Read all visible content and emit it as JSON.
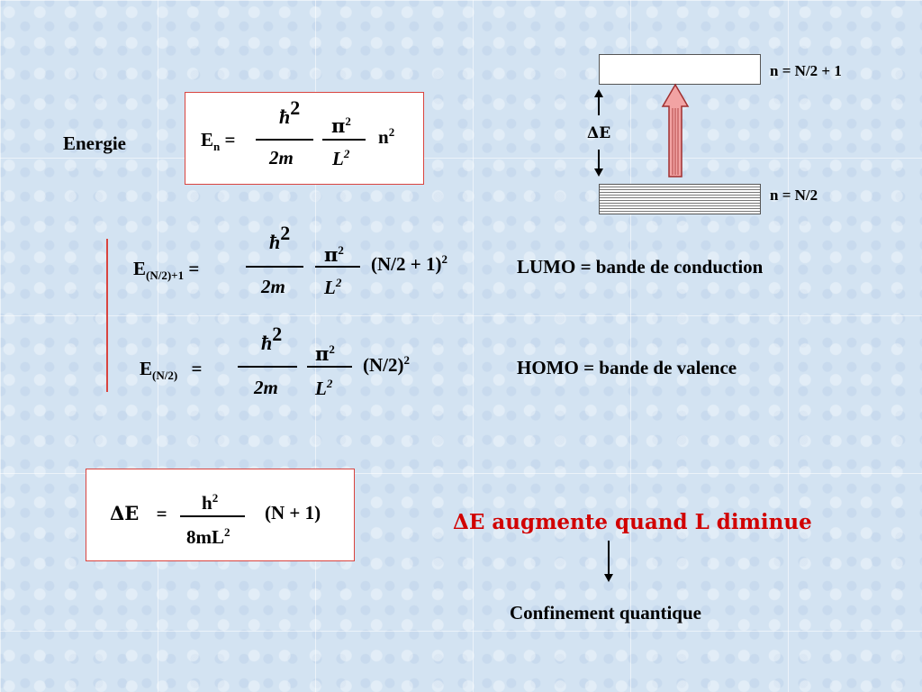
{
  "energy_label": "Energie",
  "main_formula": {
    "lhs": "E",
    "lhs_sub": "n",
    "equals": "=",
    "hbar": "ħ",
    "hbar_exp": "2",
    "den1": "2m",
    "pi": "π",
    "pi_exp": "2",
    "den2": "L",
    "den2_exp": "2",
    "factor": "n",
    "factor_exp": "2"
  },
  "lumo_formula": {
    "lhs": "E",
    "lhs_sub": "(N/2)+1",
    "equals": "=",
    "hbar": "ħ",
    "hbar_exp": "2",
    "den1": "2m",
    "pi": "π",
    "pi_exp": "2",
    "den2": "L",
    "den2_exp": "2",
    "factor": "(N/2 + 1)",
    "factor_exp": "2"
  },
  "homo_formula": {
    "lhs": "E",
    "lhs_sub": "(N/2)",
    "equals": "=",
    "hbar": "ħ",
    "hbar_exp": "2",
    "den1": "2m",
    "pi": "π",
    "pi_exp": "2",
    "den2": "L",
    "den2_exp": "2",
    "factor": "(N/2)",
    "factor_exp": "2"
  },
  "lumo_label": "LUMO = bande de conduction",
  "homo_label": "HOMO = bande de valence",
  "gap_formula": {
    "lhs": "ΔE",
    "equals": "=",
    "num": "h",
    "num_exp": "2",
    "den": "8mL",
    "den_exp": "2",
    "factor": "(N + 1)"
  },
  "diagram": {
    "top_level_label": "n = N/2 + 1",
    "bottom_level_label": "n = N/2",
    "gap_label": "ΔE"
  },
  "conclusion": {
    "statement": "ΔE augmente quand L diminue",
    "result": "Confinement quantique"
  },
  "colors": {
    "accent_red": "#d10000",
    "box_border": "#d9443f",
    "arrow_fill": "#f2a3a3"
  }
}
